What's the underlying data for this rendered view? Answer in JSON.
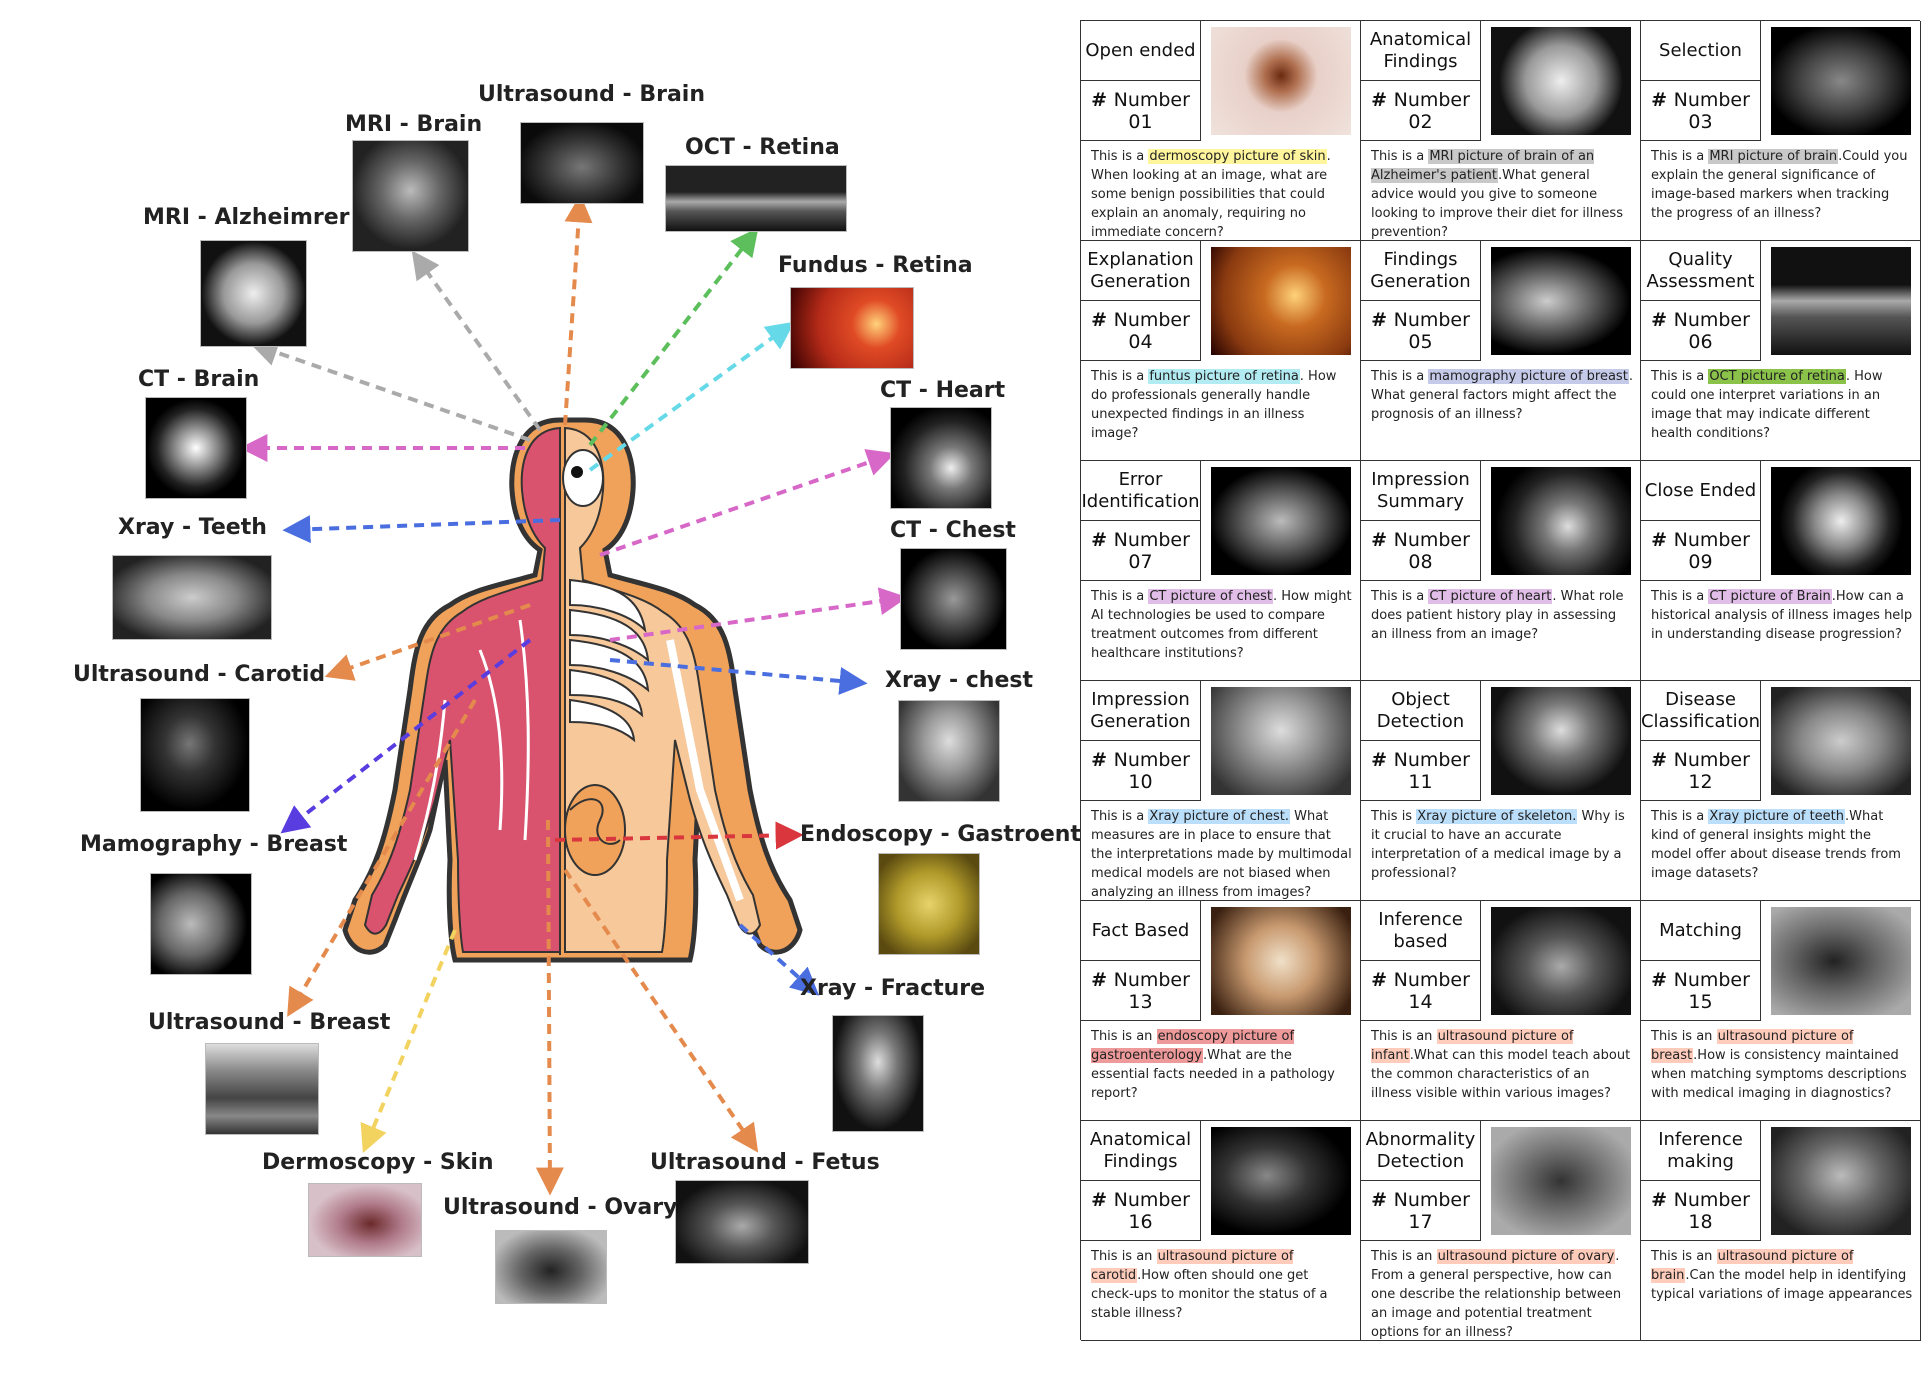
{
  "modalities": [
    {
      "label": "MRI - Brain"
    },
    {
      "label": "Ultrasound - Brain"
    },
    {
      "label": "OCT - Retina"
    },
    {
      "label": "MRI - Alzheimrer"
    },
    {
      "label": "Fundus - Retina"
    },
    {
      "label": "CT - Brain"
    },
    {
      "label": "CT - Heart"
    },
    {
      "label": "Xray - Teeth"
    },
    {
      "label": "CT - Chest"
    },
    {
      "label": "Ultrasound - Carotid"
    },
    {
      "label": "Xray - chest"
    },
    {
      "label": "Mamography - Breast"
    },
    {
      "label": "Endoscopy - Gastroent"
    },
    {
      "label": "Xray - Fracture"
    },
    {
      "label": "Ultrasound - Breast"
    },
    {
      "label": "Dermoscopy - Skin"
    },
    {
      "label": "Ultrasound - Fetus"
    },
    {
      "label": "Ultrasound - Ovary"
    }
  ],
  "number_label": "Number",
  "tasks": [
    {
      "task": "Open ended",
      "number": "01",
      "pre": "This is a ",
      "highlight": "dermoscopy picture of skin",
      "post": ". When looking at an image, what are some benign possibilities that could explain an anomaly, requiring no immediate concern?",
      "hl_color": "#fff59d"
    },
    {
      "task": "Anatomical Findings",
      "number": "02",
      "pre": "This is a ",
      "highlight": "MRI picture of brain of an Alzheimer's patient",
      "post": ".What general advice would you give to someone looking to improve their diet for illness prevention?",
      "hl_color": "#c8c8c8"
    },
    {
      "task": "Selection",
      "number": "03",
      "pre": "This is a ",
      "highlight": "MRI picture of brain",
      "post": ".Could you explain the general significance of image-based markers when tracking the progress of an illness?",
      "hl_color": "#c8c8c8"
    },
    {
      "task": "Explanation Generation",
      "number": "04",
      "pre": "This is a ",
      "highlight": "funtus picture of retina",
      "post": ". How do professionals generally handle unexpected findings in an illness image?",
      "hl_color": "#b2ebf2"
    },
    {
      "task": "Findings Generation",
      "number": "05",
      "pre": "This is a ",
      "highlight": "mamography picture of breast",
      "post": ". What general factors might affect the prognosis of an illness?",
      "hl_color": "#c5cae9"
    },
    {
      "task": "Quality Assessment",
      "number": "06",
      "pre": "This is a ",
      "highlight": "OCT picture of retina",
      "post": ". How could one interpret variations in an image that may indicate different health conditions?",
      "hl_color": "#8bc34a"
    },
    {
      "task": "Error Identification",
      "number": "07",
      "pre": "This is a ",
      "highlight": "CT picture of chest",
      "post": ". How might AI technologies be used to compare treatment outcomes from different healthcare institutions?",
      "hl_color": "#e1bee7"
    },
    {
      "task": "Impression Summary",
      "number": "08",
      "pre": "This is a ",
      "highlight": "CT picture of heart",
      "post": ". What role does patient history play in assessing an illness from an image?",
      "hl_color": "#e1bee7"
    },
    {
      "task": "Close Ended",
      "number": "09",
      "pre": "This is a ",
      "highlight": "CT picture of Brain",
      "post": ".How can a historical analysis of illness images help in understanding disease progression?",
      "hl_color": "#e1bee7"
    },
    {
      "task": "Impression Generation",
      "number": "10",
      "pre": "This is a ",
      "highlight": "Xray picture of chest.",
      "post": " What measures are in place to ensure that the interpretations made by multimodal medical models are not biased when analyzing an illness from images?",
      "hl_color": "#bbdefb"
    },
    {
      "task": "Object Detection",
      "number": "11",
      "pre": "This is ",
      "highlight": "Xray picture of skeleton.",
      "post": " Why is it crucial to have an accurate interpretation of a medical image by a professional?",
      "hl_color": "#bbdefb"
    },
    {
      "task": "Disease Classification",
      "number": "12",
      "pre": "This is a ",
      "highlight": "Xray picture of teeth",
      "post": ".What kind of general insights might the model offer about disease trends from image datasets?",
      "hl_color": "#bbdefb"
    },
    {
      "task": "Fact Based",
      "number": "13",
      "pre": "This is an ",
      "highlight": "endoscopy picture of gastroenterology",
      "post": ".What are the essential facts needed in a pathology report?",
      "hl_color": "#ef9a9a"
    },
    {
      "task": "Inference based",
      "number": "14",
      "pre": "This is an ",
      "highlight": "ultrasound picture of infant",
      "post": ".What can this model teach about the common characteristics of an illness visible within various images?",
      "hl_color": "#ffccbc"
    },
    {
      "task": "Matching",
      "number": "15",
      "pre": "This is an ",
      "highlight": "ultrasound picture of breast",
      "post": ".How is consistency maintained when matching symptoms descriptions with medical imaging in diagnostics?",
      "hl_color": "#ffccbc"
    },
    {
      "task": "Anatomical Findings",
      "number": "16",
      "pre": "This is an ",
      "highlight": "ultrasound picture of carotid",
      "post": ".How often should one get check-ups to monitor the status of a stable illness?",
      "hl_color": "#ffccbc"
    },
    {
      "task": "Abnormality Detection",
      "number": "17",
      "pre": "This is an ",
      "highlight": "ultrasound picture of ovary",
      "post": ". From a general perspective, how can one describe the relationship between an image and potential treatment options for an illness?",
      "hl_color": "#ffccbc"
    },
    {
      "task": "Inference making",
      "number": "18",
      "pre": "This is an ",
      "highlight": "ultrasound picture of brain",
      "post": ".Can the model help in identifying typical variations of image appearances",
      "hl_color": "#ffccbc"
    }
  ]
}
